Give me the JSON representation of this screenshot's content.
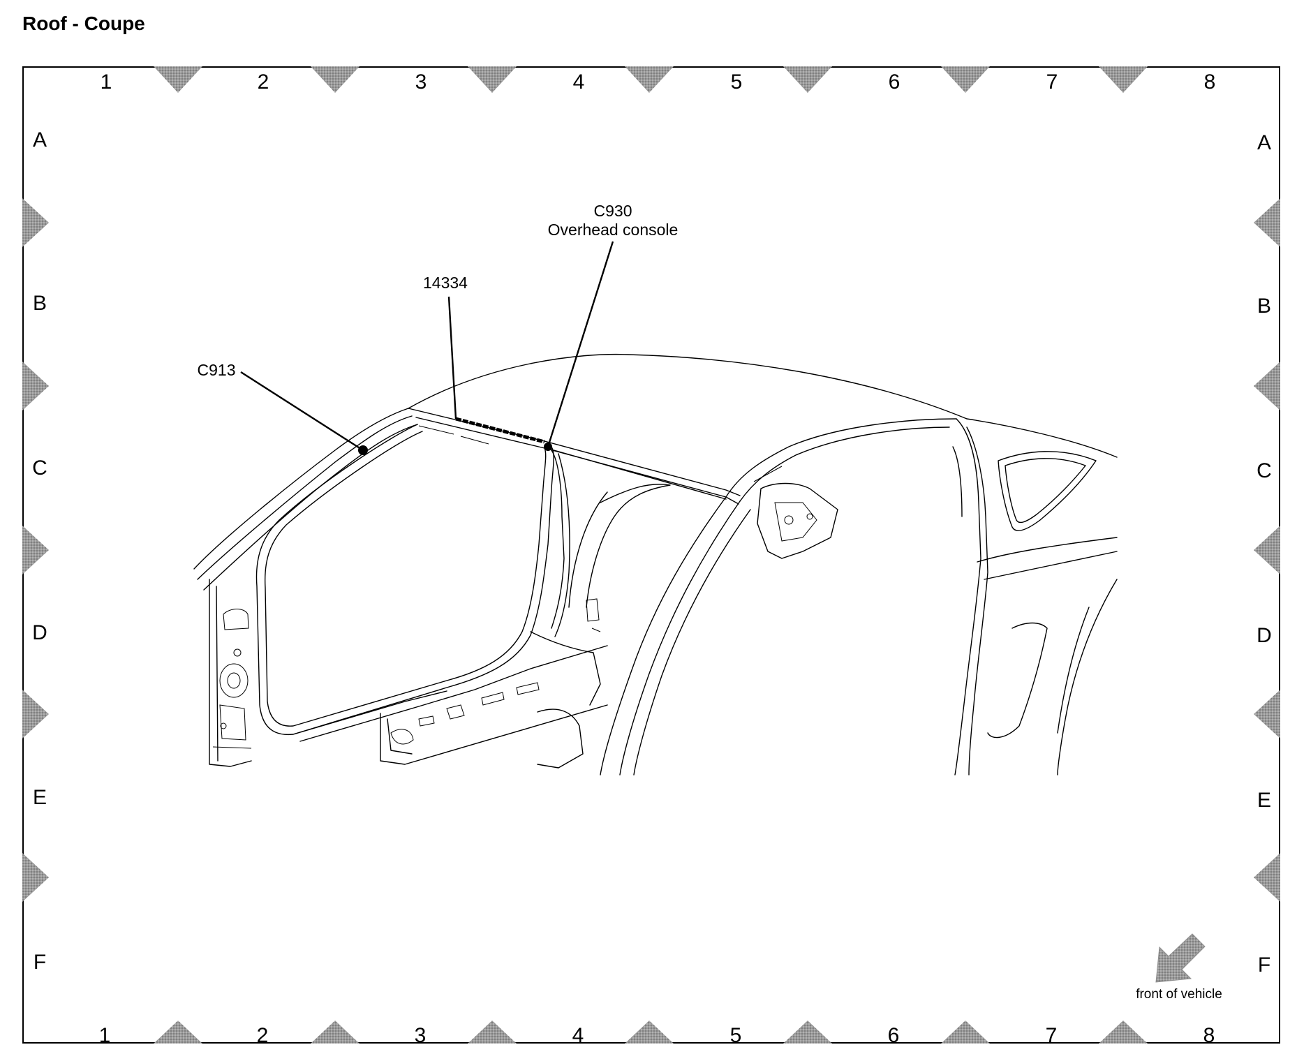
{
  "title": "Roof - Coupe",
  "grid": {
    "columns": [
      "1",
      "2",
      "3",
      "4",
      "5",
      "6",
      "7",
      "8"
    ],
    "rows": [
      "A",
      "B",
      "C",
      "D",
      "E",
      "F"
    ]
  },
  "callouts": {
    "c913": "C913",
    "part_14334": "14334",
    "c930_id": "C930",
    "c930_desc": "Overhead console"
  },
  "orientation": {
    "label": "front of vehicle",
    "icon": "arrow-down-left-icon"
  },
  "colors": {
    "marker": "#8f8f8f",
    "ink": "#000000"
  }
}
